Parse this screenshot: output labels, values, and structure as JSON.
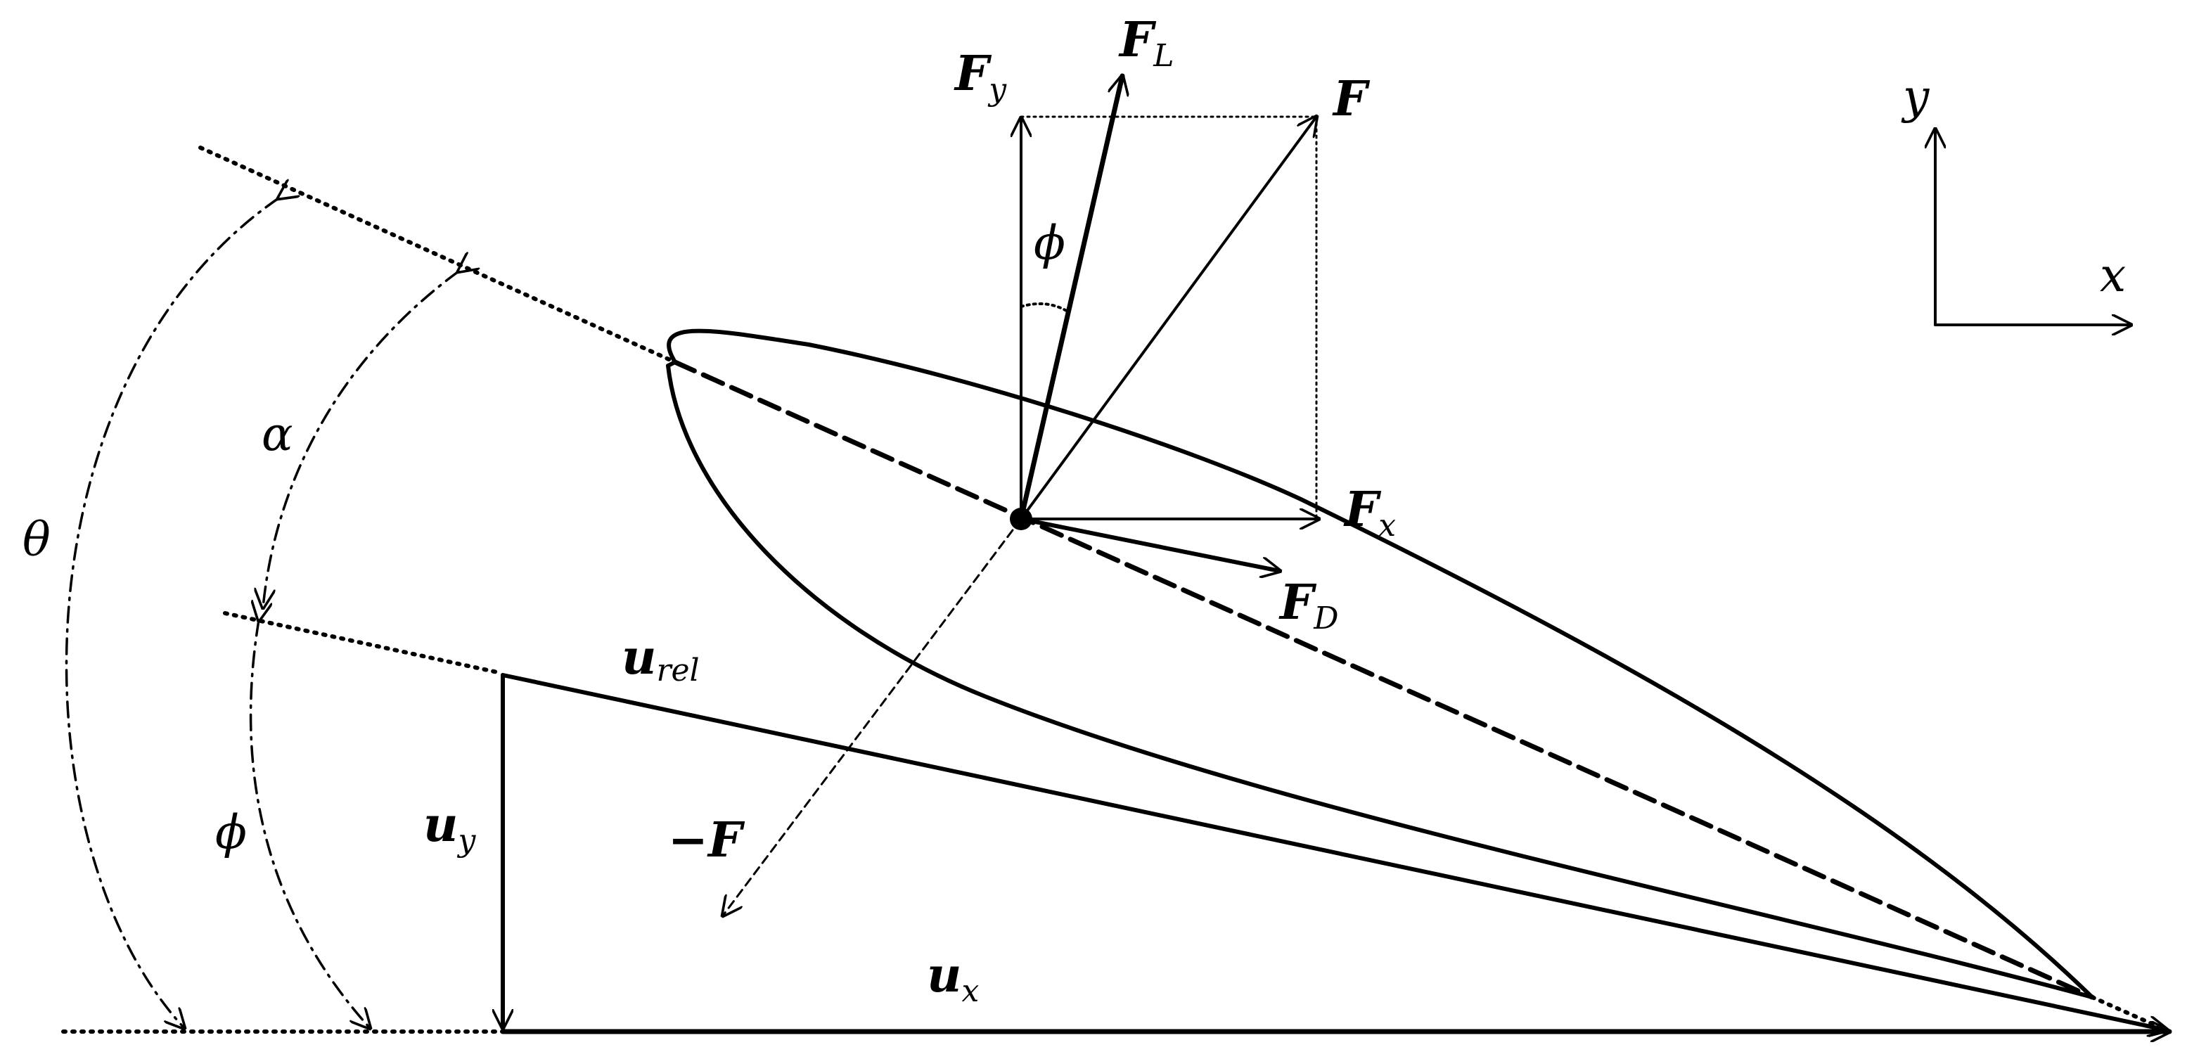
{
  "colors": {
    "stroke": "#000000",
    "background": "#ffffff"
  },
  "labels": {
    "FL": {
      "main": "F",
      "sub": "L"
    },
    "Fy": {
      "main": "F",
      "sub": "y"
    },
    "F": {
      "main": "F"
    },
    "Fx": {
      "main": "F",
      "sub": "x"
    },
    "FD": {
      "main": "F",
      "sub": "D"
    },
    "negF": {
      "main": "−F"
    },
    "urel": {
      "main": "u",
      "sub": "rel"
    },
    "uy": {
      "main": "u",
      "sub": "y"
    },
    "ux": {
      "main": "u",
      "sub": "x"
    },
    "phi_top": "ϕ",
    "phi_left": "ϕ",
    "alpha": "α",
    "theta": "θ",
    "axis_x": "x",
    "axis_y": "y"
  }
}
